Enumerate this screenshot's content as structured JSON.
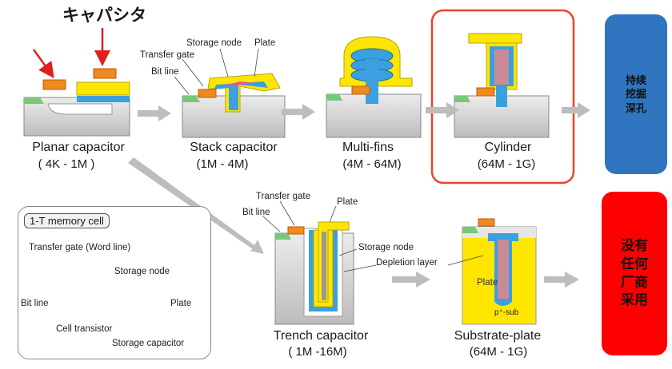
{
  "heading_jp": "キャパシタ",
  "sections": {
    "planar": {
      "title": "Planar capacitor",
      "range": "( 4K - 1M )"
    },
    "stack": {
      "title": "Stack capacitor",
      "range": "(1M - 4M)",
      "label_storage_node": "Storage node",
      "label_plate": "Plate",
      "label_transfer_gate": "Transfer gate",
      "label_bit_line": "Bit line"
    },
    "multifin": {
      "title": "Multi-fins",
      "range": "(4M - 64M)"
    },
    "cylinder": {
      "title": "Cylinder",
      "range": "(64M - 1G)"
    },
    "trench": {
      "title": "Trench capacitor",
      "range": "( 1M -16M)",
      "label_transfer_gate": "Transfer gate",
      "label_plate": "Plate",
      "label_bit_line": "Bit line",
      "label_storage_node": "Storage node",
      "label_depletion": "Depletion layer"
    },
    "substrate": {
      "title": "Substrate-plate",
      "range": "(64M - 1G)",
      "label_plate": "Plate",
      "label_psub": "p⁺-sub"
    }
  },
  "memory_cell": {
    "title": "1-T memory cell",
    "transfer_gate": "Transfer gate (Word line)",
    "storage_node": "Storage node",
    "bit_line": "Bit line",
    "plate": "Plate",
    "cell_transistor": "Cell transistor",
    "storage_capacitor": "Storage capacitor"
  },
  "side_blue_text": "持续\n挖掘\n深孔",
  "side_red_text": "没有\n任何\n厂商\n采用",
  "colors": {
    "blue_box": "#2f75c0",
    "red_box": "#ff0000",
    "highlight_ring": "#e8452a",
    "gate": "#f08a1e",
    "plate": "#ffe600",
    "node": "#3aa0e0"
  }
}
